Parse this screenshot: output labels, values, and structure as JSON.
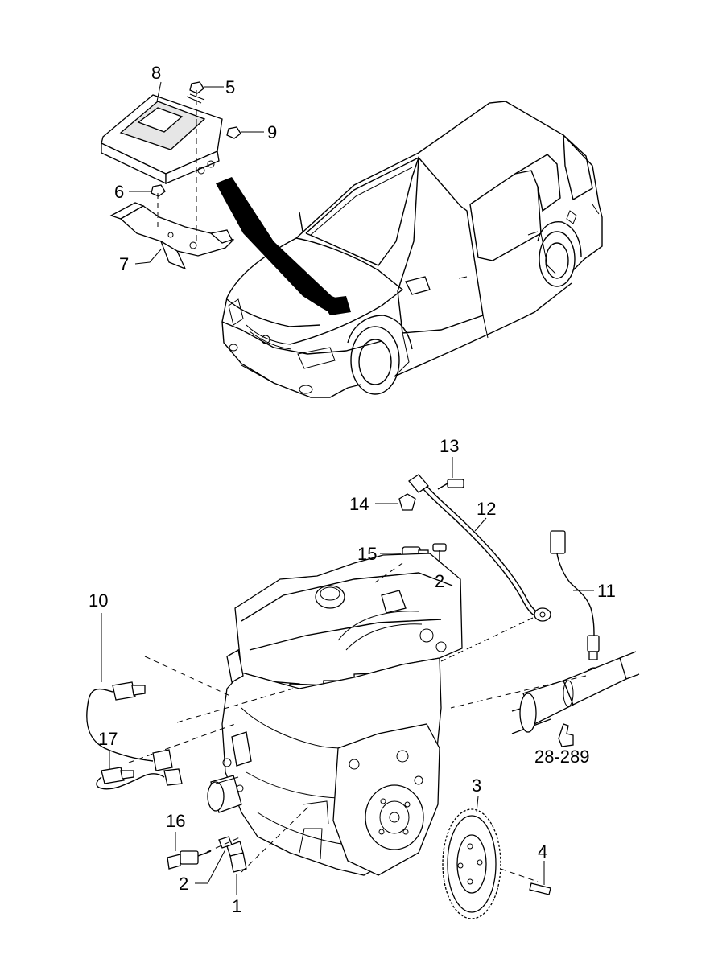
{
  "callouts": {
    "c1": "1",
    "c2a": "2",
    "c2b": "2",
    "c3": "3",
    "c4": "4",
    "c5": "5",
    "c6": "6",
    "c7": "7",
    "c8": "8",
    "c9": "9",
    "c10": "10",
    "c11": "11",
    "c12": "12",
    "c13": "13",
    "c14": "14",
    "c15": "15",
    "c16": "16",
    "c17": "17",
    "ref": "28-289"
  }
}
